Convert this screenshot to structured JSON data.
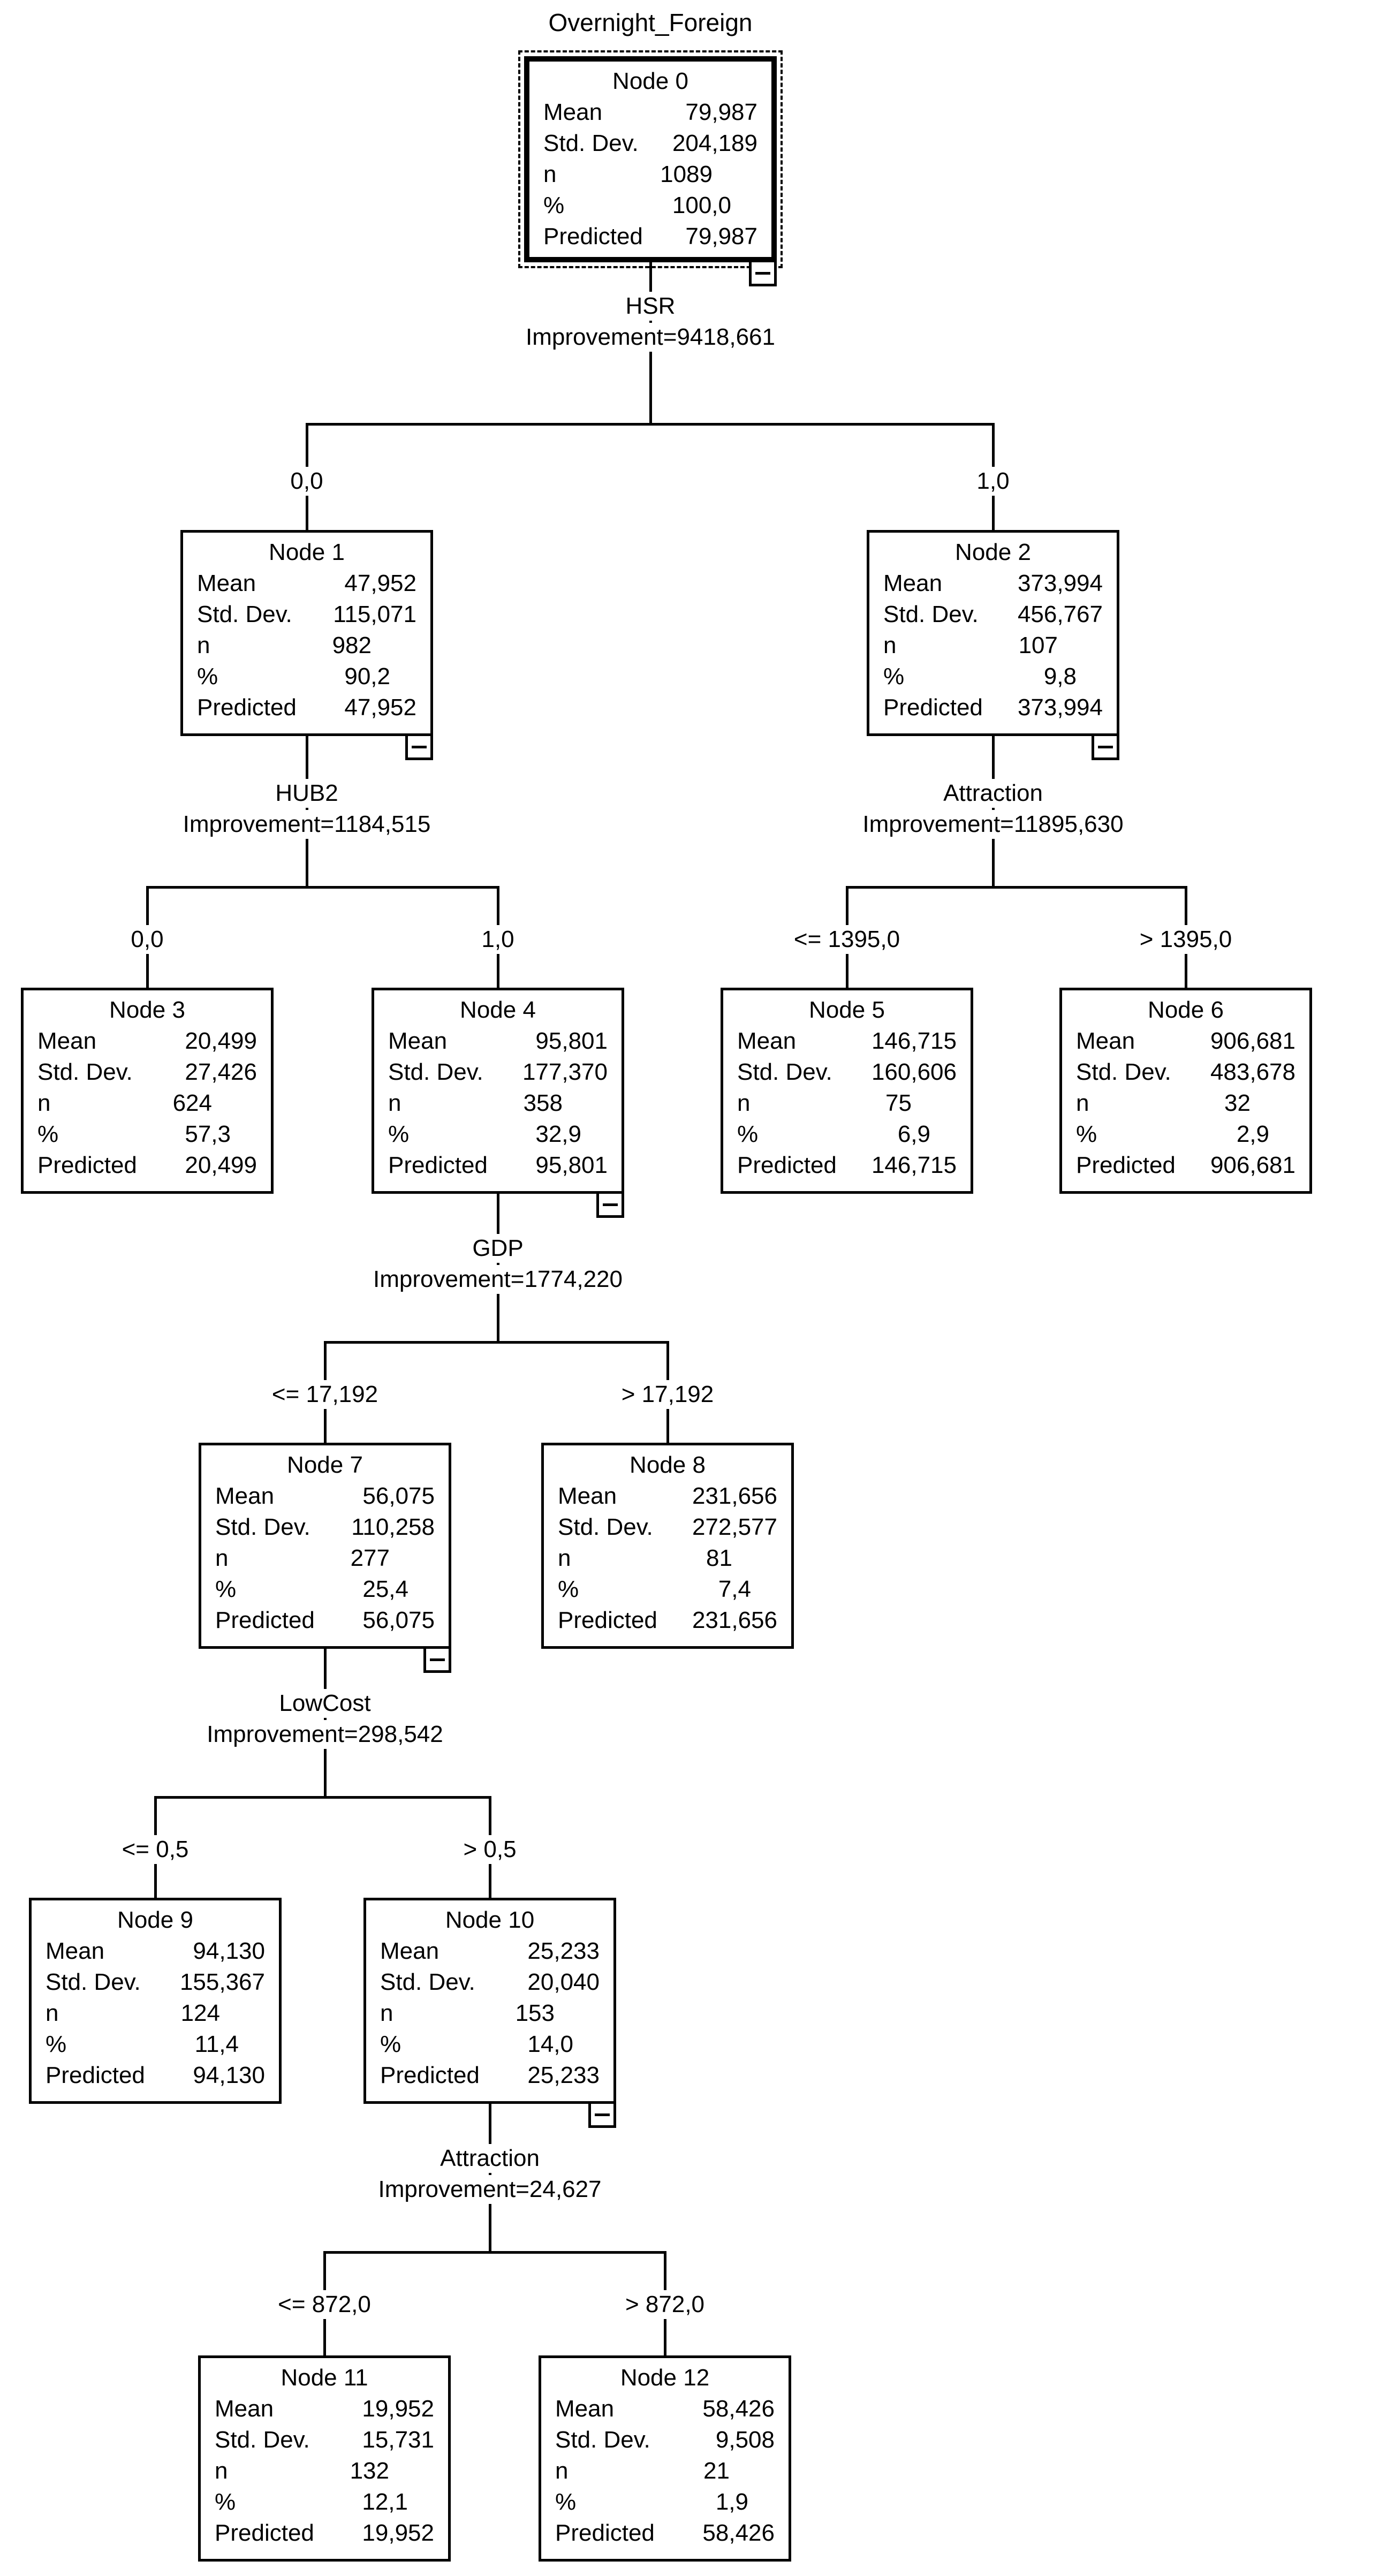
{
  "title": "Overnight_Foreign",
  "row_labels": {
    "mean": "Mean",
    "std": "Std. Dev.",
    "n": "n",
    "pct": "%",
    "pred": "Predicted"
  },
  "nodes": {
    "n0": {
      "label": "Node 0",
      "mean": "79,987",
      "std": "204,189",
      "n": "1089",
      "pct": "100,0",
      "pred": "79,987"
    },
    "n1": {
      "label": "Node 1",
      "mean": "47,952",
      "std": "115,071",
      "n": "982",
      "pct": "90,2",
      "pred": "47,952"
    },
    "n2": {
      "label": "Node 2",
      "mean": "373,994",
      "std": "456,767",
      "n": "107",
      "pct": "9,8",
      "pred": "373,994"
    },
    "n3": {
      "label": "Node 3",
      "mean": "20,499",
      "std": "27,426",
      "n": "624",
      "pct": "57,3",
      "pred": "20,499"
    },
    "n4": {
      "label": "Node 4",
      "mean": "95,801",
      "std": "177,370",
      "n": "358",
      "pct": "32,9",
      "pred": "95,801"
    },
    "n5": {
      "label": "Node 5",
      "mean": "146,715",
      "std": "160,606",
      "n": "75",
      "pct": "6,9",
      "pred": "146,715"
    },
    "n6": {
      "label": "Node 6",
      "mean": "906,681",
      "std": "483,678",
      "n": "32",
      "pct": "2,9",
      "pred": "906,681"
    },
    "n7": {
      "label": "Node 7",
      "mean": "56,075",
      "std": "110,258",
      "n": "277",
      "pct": "25,4",
      "pred": "56,075"
    },
    "n8": {
      "label": "Node 8",
      "mean": "231,656",
      "std": "272,577",
      "n": "81",
      "pct": "7,4",
      "pred": "231,656"
    },
    "n9": {
      "label": "Node 9",
      "mean": "94,130",
      "std": "155,367",
      "n": "124",
      "pct": "11,4",
      "pred": "94,130"
    },
    "n10": {
      "label": "Node 10",
      "mean": "25,233",
      "std": "20,040",
      "n": "153",
      "pct": "14,0",
      "pred": "25,233"
    },
    "n11": {
      "label": "Node 11",
      "mean": "19,952",
      "std": "15,731",
      "n": "132",
      "pct": "12,1",
      "pred": "19,952"
    },
    "n12": {
      "label": "Node 12",
      "mean": "58,426",
      "std": "9,508",
      "n": "21",
      "pct": "1,9",
      "pred": "58,426"
    }
  },
  "splits": {
    "hsr": {
      "variable": "HSR",
      "improvement": "Improvement=9418,661",
      "left_label": "0,0",
      "right_label": "1,0"
    },
    "hub2": {
      "variable": "HUB2",
      "improvement": "Improvement=1184,515",
      "left_label": "0,0",
      "right_label": "1,0"
    },
    "attraction1": {
      "variable": "Attraction",
      "improvement": "Improvement=11895,630",
      "left_label": "<= 1395,0",
      "right_label": "> 1395,0"
    },
    "gdp": {
      "variable": "GDP",
      "improvement": "Improvement=1774,220",
      "left_label": "<= 17,192",
      "right_label": "> 17,192"
    },
    "lowcost": {
      "variable": "LowCost",
      "improvement": "Improvement=298,542",
      "left_label": "<= 0,5",
      "right_label": "> 0,5"
    },
    "attraction2": {
      "variable": "Attraction",
      "improvement": "Improvement=24,627",
      "left_label": "<= 872,0",
      "right_label": "> 872,0"
    }
  }
}
